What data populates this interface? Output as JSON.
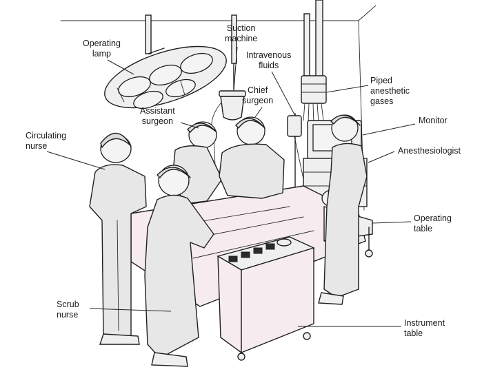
{
  "labels": {
    "operating_lamp": "Operating\nlamp",
    "suction_machine": "Suction\nmachine",
    "intravenous_fluids": "Intravenous\nfluids",
    "chief_surgeon": "Chief\nsurgeon",
    "piped_gases": "Piped\nanesthetic\ngases",
    "assistant_surgeon": "Assistant\nsurgeon",
    "circulating_nurse": "Circulating\nnurse",
    "monitor": "Monitor",
    "anesthesiologist": "Anesthesiologist",
    "operating_table": "Operating\ntable",
    "scrub_nurse": "Scrub\nnurse",
    "instrument_table": "Instrument\ntable"
  },
  "colors": {
    "ink": "#1f1f1f",
    "gown": "#e7e7e7",
    "drape": "#f6ecef"
  }
}
